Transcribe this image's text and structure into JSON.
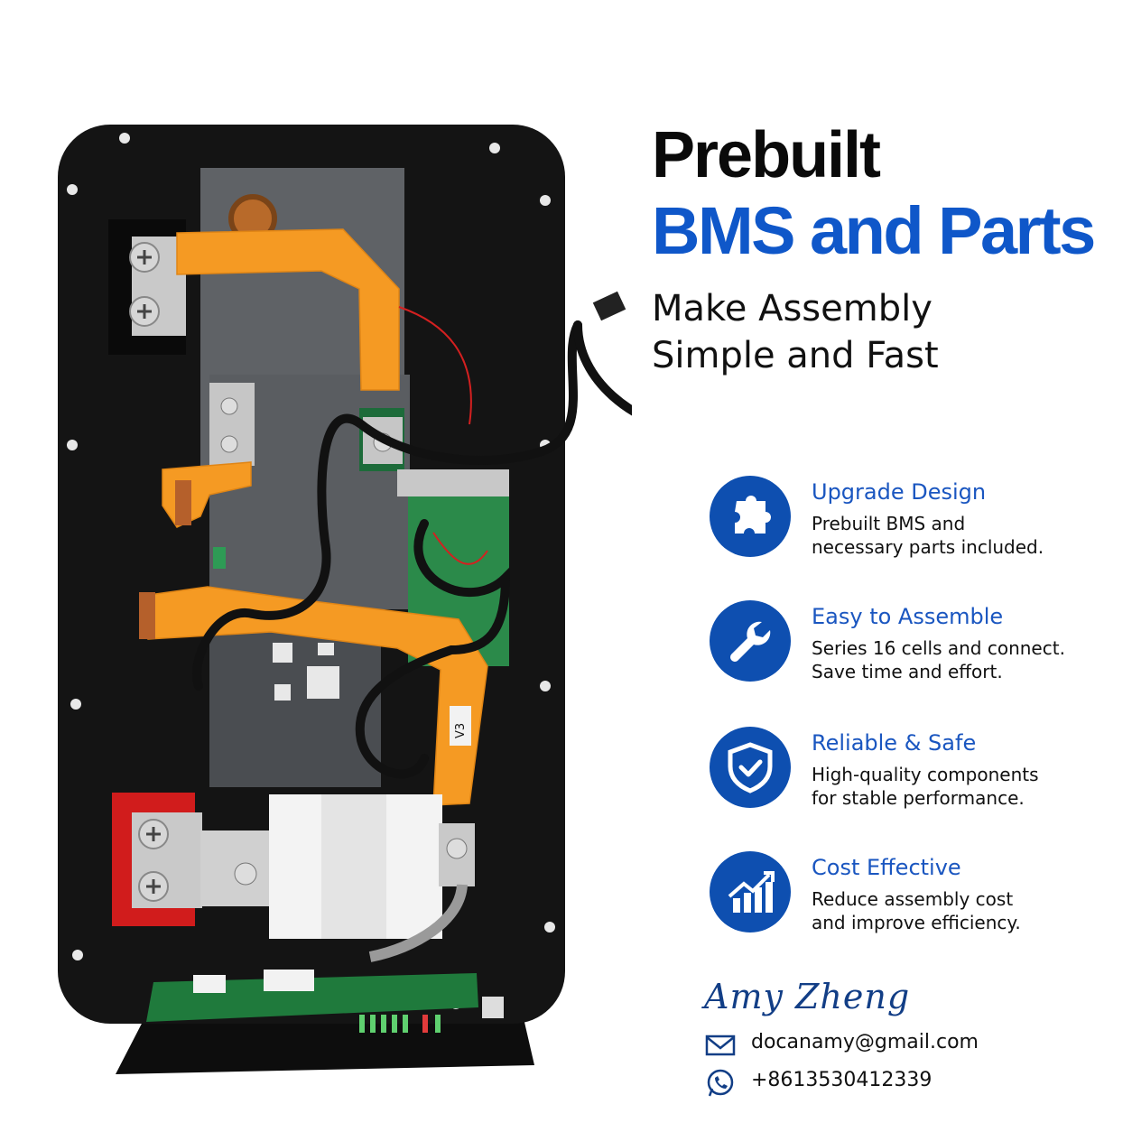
{
  "headline": {
    "line1": "Prebuilt",
    "line2": "BMS and Parts",
    "sub1": "Make Assembly",
    "sub2": "Simple and Fast",
    "accent_color": "#0f57c9"
  },
  "features": [
    {
      "icon": "puzzle-icon",
      "title": "Upgrade Design",
      "line1": "Prebuilt BMS and",
      "line2": "necessary parts included."
    },
    {
      "icon": "wrench-icon",
      "title": "Easy to Assemble",
      "line1": "Series 16 cells and connect.",
      "line2": "Save time and effort."
    },
    {
      "icon": "shield-check-icon",
      "title": "Reliable & Safe",
      "line1": "High-quality components",
      "line2": "for stable performance."
    },
    {
      "icon": "growth-chart-icon",
      "title": "Cost Effective",
      "line1": "Reduce assembly cost",
      "line2": "and improve efficiency."
    }
  ],
  "signature": "Amy Zheng",
  "contact": {
    "email": "docanamy@gmail.com",
    "email_icon": "mail-icon",
    "phone": "+8613530412339",
    "phone_icon": "whatsapp-icon"
  },
  "product": {
    "label": "V3",
    "icon_color": "#0e4fb0",
    "plate_color": "#141414",
    "strap_color": "#f59a23",
    "terminal_color": "#d11c1c"
  }
}
